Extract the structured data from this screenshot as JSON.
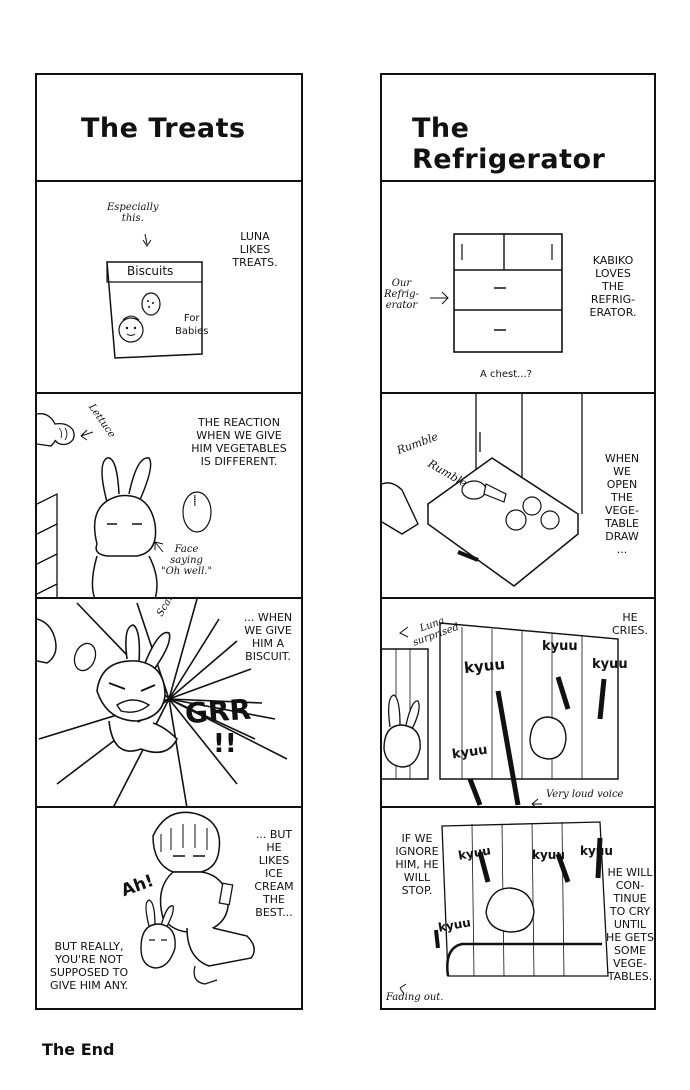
{
  "left_strip": {
    "title": "The Treats",
    "panel2": {
      "note": "Especially\nthis.",
      "box_label": "Biscuits",
      "box_sub": "For\nBabies",
      "caption": "LUNA\nLIKES\nTREATS."
    },
    "panel3": {
      "lettuce": "Lettuce",
      "caption": "THE REACTION\nWHEN WE GIVE\nHIM VEGETABLES\nIS DIFFERENT.",
      "bubble": "......",
      "face_note": "Face\nsaying\n\"Oh well.\""
    },
    "panel4": {
      "scary": "Scary",
      "caption": "... WHEN\nWE GIVE\nHIM A\nBISCUIT.",
      "sfx": "GRR",
      "sfx2": "!!"
    },
    "panel5": {
      "caption_right": "... BUT\nHE\nLIKES\nICE\nCREAM\nTHE\nBEST...",
      "ah": "Ah!",
      "caption_left": "BUT REALLY,\nYOU'RE NOT\nSUPPOSED TO\nGIVE HIM ANY."
    }
  },
  "right_strip": {
    "title": "The Refrigerator",
    "panel2": {
      "note": "Our\nRefrig-\nerator",
      "caption": "KABIKO\nLOVES\nTHE\nREFRIG-\nERATOR.",
      "bottom": "A chest...?"
    },
    "panel3": {
      "rumble1": "Rumble",
      "rumble2": "Rumble",
      "caption": "WHEN\nWE\nOPEN\nTHE\nVEGE-\nTABLE\nDRAW\n..."
    },
    "panel4": {
      "luna": "Luna\nsurprised",
      "caption": "HE\nCRIES.",
      "kyuu": "kyuu",
      "loud": "Very loud voice"
    },
    "panel5": {
      "caption_left": "IF WE\nIGNORE\nHIM, HE\nWILL\nSTOP.",
      "caption_right": "HE WILL\nCON-\nTINUE\nTO CRY\nUNTIL\nHE GETS\nSOME\nVEGE-\nTABLES.",
      "kyuu": "kyuu",
      "fading": "Fading out."
    }
  },
  "footer": {
    "the_end": "The End"
  }
}
